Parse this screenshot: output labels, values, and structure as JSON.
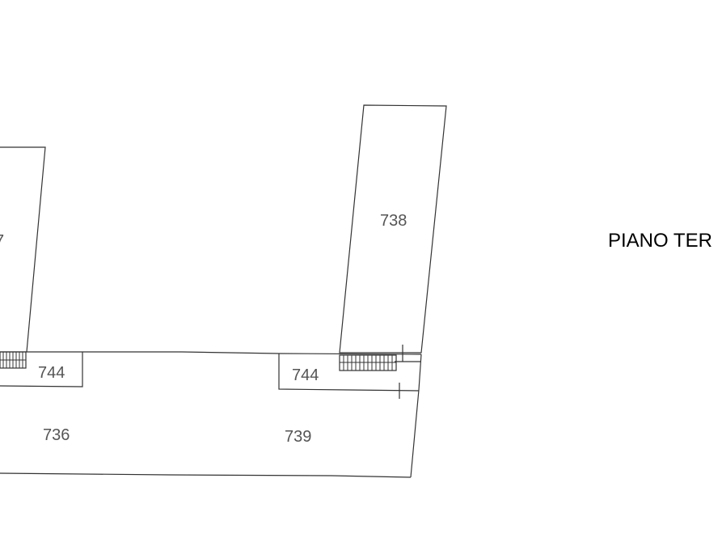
{
  "plan": {
    "floor_title": "PIANO TER",
    "partial_label_left": "7",
    "parcels": {
      "p738": "738",
      "p744_left": "744",
      "p744_right": "744",
      "p736": "736",
      "p739": "739"
    }
  },
  "colors": {
    "line": "#333333",
    "label": "#555555",
    "title": "#000000"
  }
}
